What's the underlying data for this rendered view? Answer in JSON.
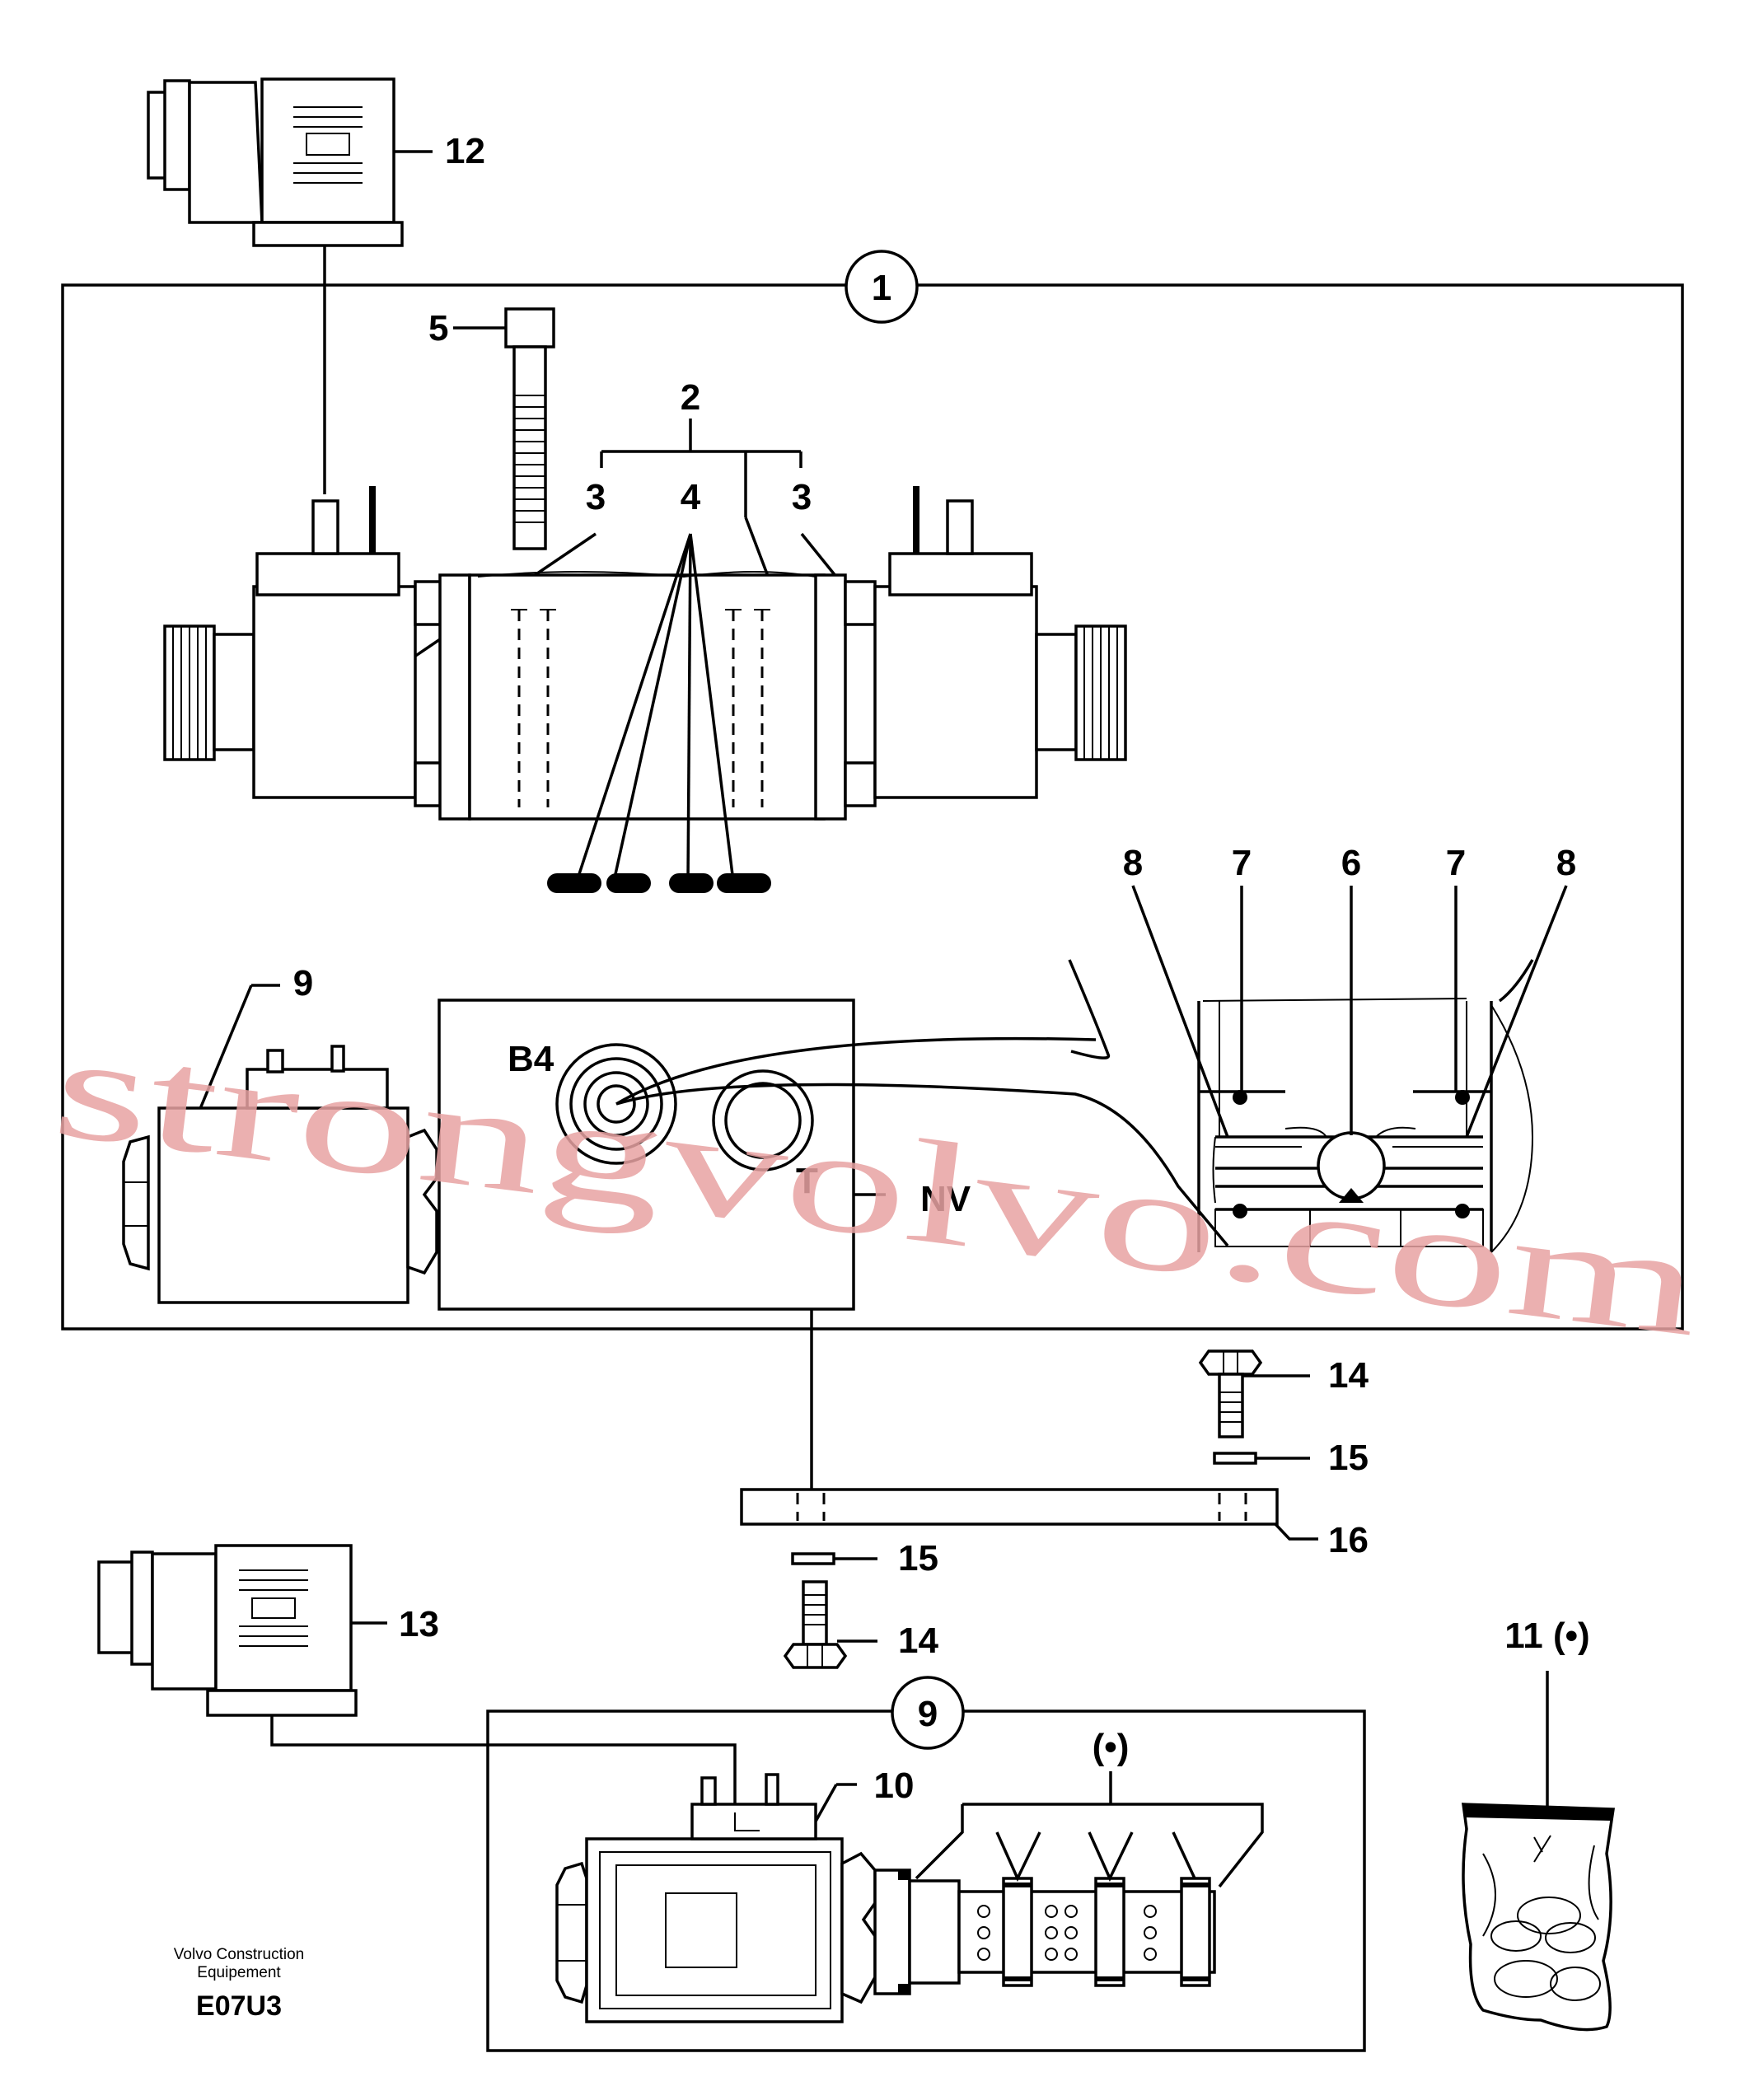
{
  "callouts": {
    "c1": "1",
    "c2": "2",
    "c3a": "3",
    "c3b": "3",
    "c4": "4",
    "c5": "5",
    "c6": "6",
    "c7a": "7",
    "c7b": "7",
    "c8a": "8",
    "c8b": "8",
    "c9": "9",
    "c9b": "9",
    "c10": "10",
    "c11": "11 (•)",
    "c12": "12",
    "c13": "13",
    "c14a": "14",
    "c14b": "14",
    "c15a": "15",
    "c15b": "15",
    "c16": "16",
    "cdot": "(•)"
  },
  "ports": {
    "b4": "B4",
    "t": "T",
    "nv": "NV"
  },
  "footer": {
    "company_line1": "Volvo Construction",
    "company_line2": "Equipement",
    "code": "E07U3"
  },
  "watermark": "strongvolvo.com"
}
